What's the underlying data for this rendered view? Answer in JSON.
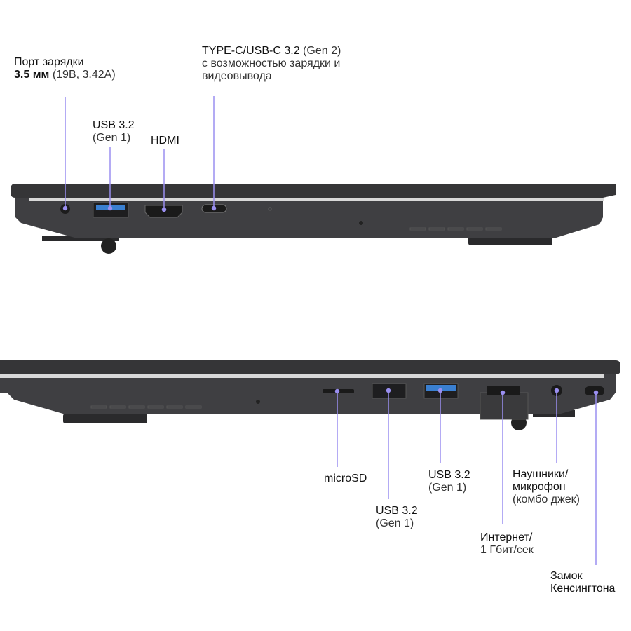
{
  "colors": {
    "leader_line": "#9a8ff0",
    "body": "#3b3b3d",
    "usb_blue": "#3a7fd0"
  },
  "top_view": {
    "charge_port": {
      "line1": "Порт зарядки",
      "line2_bold": "3.5 мм",
      "line2_light": "(19В, 3.42A)"
    },
    "usb_left": {
      "title": "USB 3.2",
      "sub": "(Gen 1)"
    },
    "hdmi": {
      "title": "HDMI"
    },
    "usb_c": {
      "title_bold": "TYPE-C/USB-C 3.2",
      "title_light": "(Gen 2)",
      "line2": "с возможностью зарядки и",
      "line3": "видеовывода"
    }
  },
  "bottom_view": {
    "microsd": {
      "title": "microSD"
    },
    "usb_a1": {
      "title": "USB 3.2",
      "sub": "(Gen 1)"
    },
    "usb_a2": {
      "title": "USB 3.2",
      "sub": "(Gen 1)"
    },
    "ethernet": {
      "title": "Интернет/",
      "sub": "1 Гбит/сек"
    },
    "audio": {
      "title1": "Наушники/",
      "title2": "микрофон",
      "sub": "(комбо джек)"
    },
    "kensington": {
      "title1": "Замок",
      "title2": "Кенсингтона"
    }
  }
}
